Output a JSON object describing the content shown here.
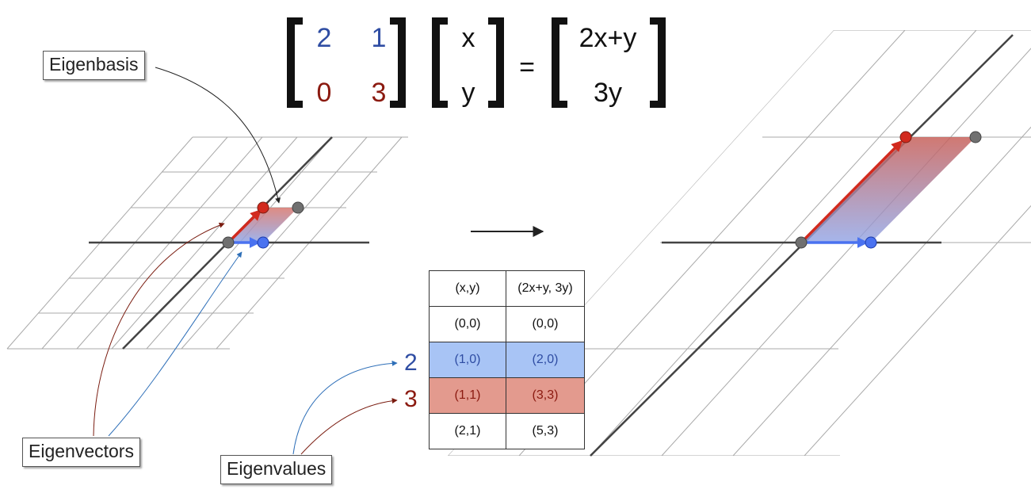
{
  "equation": {
    "matrix": [
      [
        "2",
        "1"
      ],
      [
        "0",
        "3"
      ]
    ],
    "vector": [
      "x",
      "y"
    ],
    "equals": "=",
    "result": [
      "2x+y",
      "3y"
    ]
  },
  "callouts": {
    "eigenbasis": "Eigenbasis",
    "eigenvectors": "Eigenvectors",
    "eigenvalues": "Eigenvalues"
  },
  "table": {
    "headers": [
      "(x,y)",
      "(2x+y, 3y)"
    ],
    "rows": [
      [
        "(0,0)",
        "(0,0)"
      ],
      [
        "(1,0)",
        "(2,0)"
      ],
      [
        "(1,1)",
        "(3,3)"
      ],
      [
        "(2,1)",
        "(5,3)"
      ]
    ]
  },
  "eigenvalue_labels": [
    "2",
    "3"
  ],
  "colors": {
    "blue": "#2f4da3",
    "red": "#8b1a10",
    "highlight_blue": "#a8c4f5",
    "highlight_red": "#e39a8e",
    "vector_blue": "#4a72f0",
    "vector_red": "#d22a1e",
    "grid": "#a9a9a9",
    "axis": "#444444"
  }
}
